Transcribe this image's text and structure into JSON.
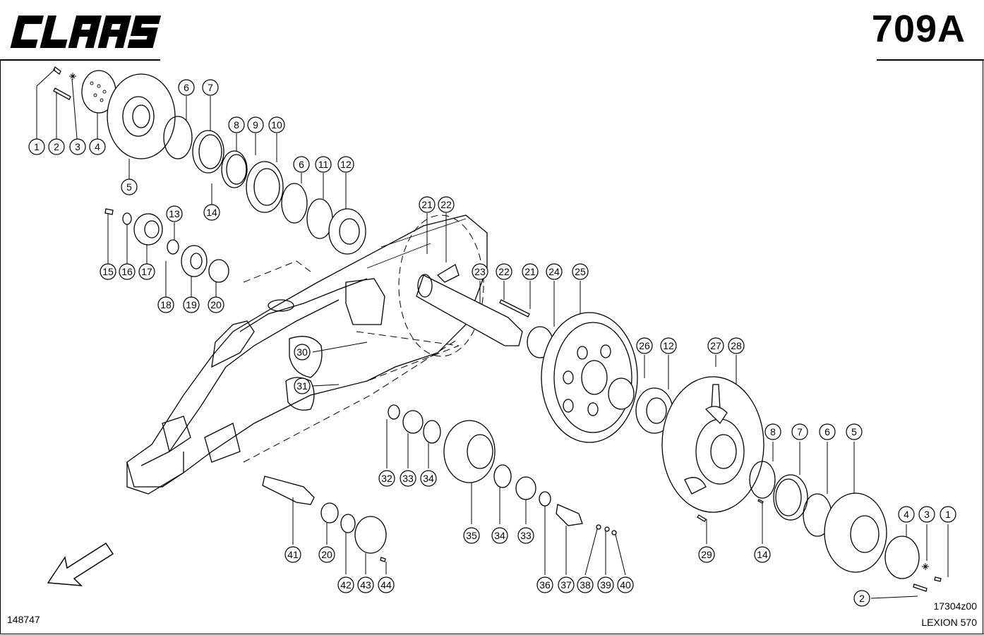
{
  "header": {
    "brand": "CLAAS",
    "page_number": "709A"
  },
  "footer": {
    "doc_left": "148747",
    "drawing_code": "17304z00",
    "model": "LEXION 570"
  },
  "callouts": [
    {
      "id": "c1",
      "label": "1"
    },
    {
      "id": "c2",
      "label": "2"
    },
    {
      "id": "c3",
      "label": "3"
    },
    {
      "id": "c4",
      "label": "4"
    },
    {
      "id": "c5",
      "label": "5"
    },
    {
      "id": "c6a",
      "label": "6"
    },
    {
      "id": "c7a",
      "label": "7"
    },
    {
      "id": "c8a",
      "label": "8"
    },
    {
      "id": "c9",
      "label": "9"
    },
    {
      "id": "c10",
      "label": "10"
    },
    {
      "id": "c6b",
      "label": "6"
    },
    {
      "id": "c11",
      "label": "11"
    },
    {
      "id": "c12a",
      "label": "12"
    },
    {
      "id": "c14a",
      "label": "14"
    },
    {
      "id": "c13",
      "label": "13"
    },
    {
      "id": "c15",
      "label": "15"
    },
    {
      "id": "c16",
      "label": "16"
    },
    {
      "id": "c17",
      "label": "17"
    },
    {
      "id": "c18",
      "label": "18"
    },
    {
      "id": "c19",
      "label": "19"
    },
    {
      "id": "c20a",
      "label": "20"
    },
    {
      "id": "c21a",
      "label": "21"
    },
    {
      "id": "c22a",
      "label": "22"
    },
    {
      "id": "c23",
      "label": "23"
    },
    {
      "id": "c22b",
      "label": "22"
    },
    {
      "id": "c21b",
      "label": "21"
    },
    {
      "id": "c24",
      "label": "24"
    },
    {
      "id": "c25",
      "label": "25"
    },
    {
      "id": "c26",
      "label": "26"
    },
    {
      "id": "c12b",
      "label": "12"
    },
    {
      "id": "c27",
      "label": "27"
    },
    {
      "id": "c28",
      "label": "28"
    },
    {
      "id": "c30",
      "label": "30"
    },
    {
      "id": "c31",
      "label": "31"
    },
    {
      "id": "c32",
      "label": "32"
    },
    {
      "id": "c33a",
      "label": "33"
    },
    {
      "id": "c34a",
      "label": "34"
    },
    {
      "id": "c35",
      "label": "35"
    },
    {
      "id": "c34b",
      "label": "34"
    },
    {
      "id": "c33b",
      "label": "33"
    },
    {
      "id": "c36",
      "label": "36"
    },
    {
      "id": "c37",
      "label": "37"
    },
    {
      "id": "c38",
      "label": "38"
    },
    {
      "id": "c39",
      "label": "39"
    },
    {
      "id": "c40",
      "label": "40"
    },
    {
      "id": "c41",
      "label": "41"
    },
    {
      "id": "c20b",
      "label": "20"
    },
    {
      "id": "c42",
      "label": "42"
    },
    {
      "id": "c43",
      "label": "43"
    },
    {
      "id": "c44",
      "label": "44"
    },
    {
      "id": "c29",
      "label": "29"
    },
    {
      "id": "c14b",
      "label": "14"
    },
    {
      "id": "c8b",
      "label": "8"
    },
    {
      "id": "c7b",
      "label": "7"
    },
    {
      "id": "c6c",
      "label": "6"
    },
    {
      "id": "c5b",
      "label": "5"
    },
    {
      "id": "c4b",
      "label": "4"
    },
    {
      "id": "c3b",
      "label": "3"
    },
    {
      "id": "c1b",
      "label": "1"
    },
    {
      "id": "c2b",
      "label": "2"
    }
  ],
  "icons": {
    "direction_arrow": "front-direction-arrow-icon"
  }
}
